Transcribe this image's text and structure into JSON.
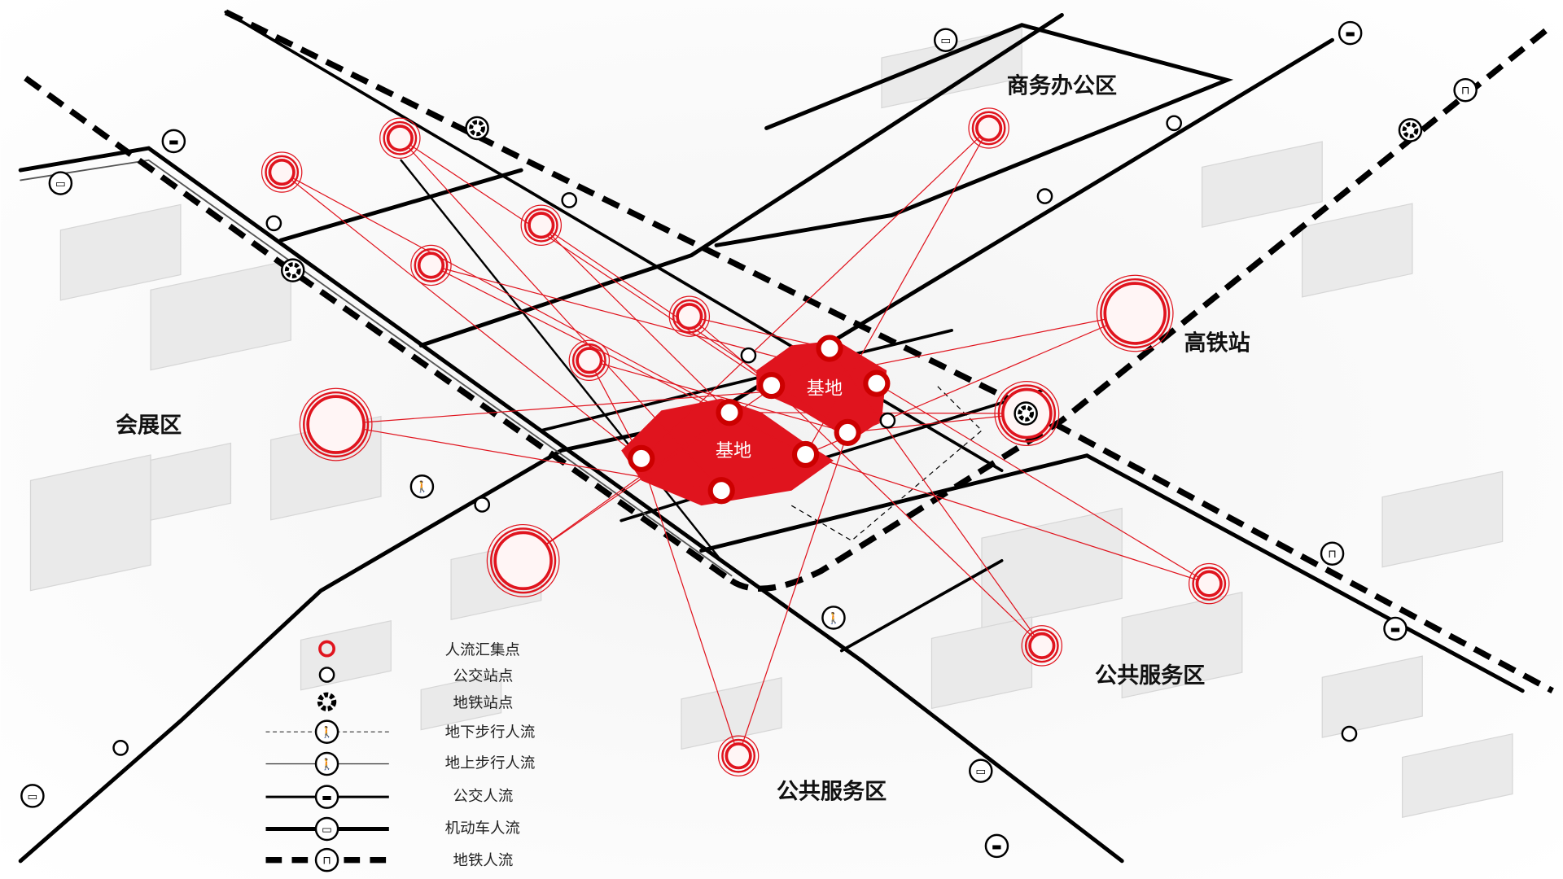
{
  "zones": {
    "business": "商务办公区",
    "hsr_station": "高铁站",
    "expo": "会展区",
    "public_service_east": "公共服务区",
    "public_service_south": "公共服务区",
    "site_north": "基地",
    "site_south": "基地"
  },
  "legend": {
    "gathering_point": "人流汇集点",
    "bus_stop": "公交站点",
    "metro_station": "地铁站点",
    "underground_pedestrian": "地下步行人流",
    "ground_pedestrian": "地上步行人流",
    "bus_flow": "公交人流",
    "vehicle_flow": "机动车人流",
    "metro_flow": "地铁人流"
  },
  "colors": {
    "accent": "#e0141e",
    "road": "#000000",
    "building": "#f0f0f0"
  }
}
